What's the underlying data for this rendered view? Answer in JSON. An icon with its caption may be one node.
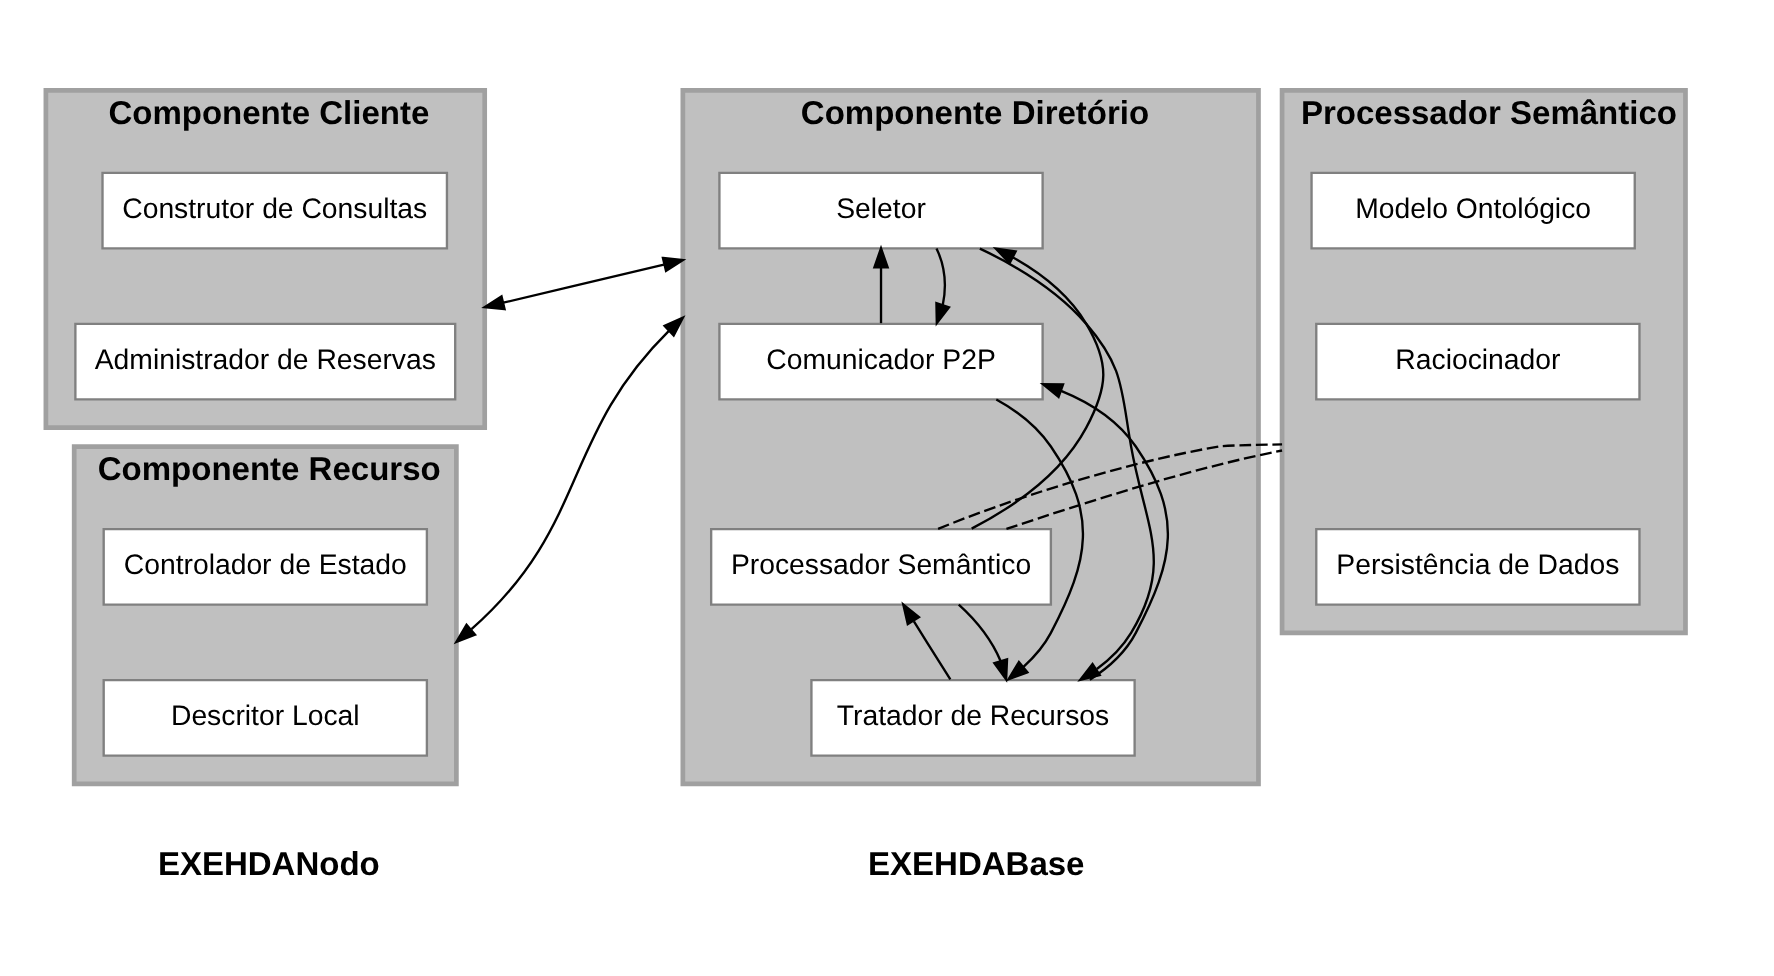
{
  "diagram": {
    "nodes": [
      {
        "text": [
          "Componente Cliente"
        ]
      },
      {
        "text": [
          "Construtor de Consultas"
        ],
        "in": 0
      },
      {
        "text": [
          "Administrador de Reservas"
        ],
        "in": 0
      },
      {
        "text": [
          "Componente Recurso"
        ]
      },
      {
        "text": [
          "Controlador de Estado"
        ],
        "in": 3
      },
      {
        "text": [
          "Descritor Local"
        ],
        "in": 3
      },
      {
        "text": [
          "Componente Diretório"
        ]
      },
      {
        "text": [
          "Seletor"
        ],
        "in": 6
      },
      {
        "text": [
          "Comunicador P2P"
        ],
        "in": 6
      },
      {
        "text": [
          "Processador Semântico"
        ],
        "in": 6
      },
      {
        "text": [
          "Tratador de Recursos"
        ],
        "in": 6
      },
      {
        "text": [
          "Processador Semântico"
        ]
      },
      {
        "text": [
          "Modelo Ontológico"
        ],
        "in": 11
      },
      {
        "text": [
          "Raciocinador"
        ],
        "in": 11
      },
      {
        "text": [
          "Persistência de Dados"
        ],
        "in": 11
      }
    ],
    "edges": [
      {
        "from": 0,
        "to": 6,
        "arrow": "both"
      },
      {
        "from": 3,
        "to": 6,
        "arrow": "both"
      },
      {
        "from": 7,
        "to": 10,
        "arrow": "to"
      },
      {
        "from": 8,
        "to": 7,
        "arrow": "to"
      },
      {
        "from": 7,
        "to": 8,
        "arrow": "to"
      },
      {
        "from": 10,
        "to": 8,
        "arrow": "to"
      },
      {
        "from": 8,
        "to": 10,
        "arrow": "to"
      },
      {
        "from": 9,
        "to": 7,
        "arrow": "to"
      },
      {
        "from": 10,
        "to": 9,
        "arrow": "to"
      },
      {
        "from": 9,
        "to": 10,
        "arrow": "to"
      },
      {
        "from": 9,
        "to": 11,
        "arrow": "none",
        "style": "dashed"
      },
      {
        "from": 9,
        "to": 11,
        "arrow": "none",
        "style": "dashed"
      }
    ],
    "labels": [
      "EXEHDANodo",
      "EXEHDABase"
    ]
  }
}
